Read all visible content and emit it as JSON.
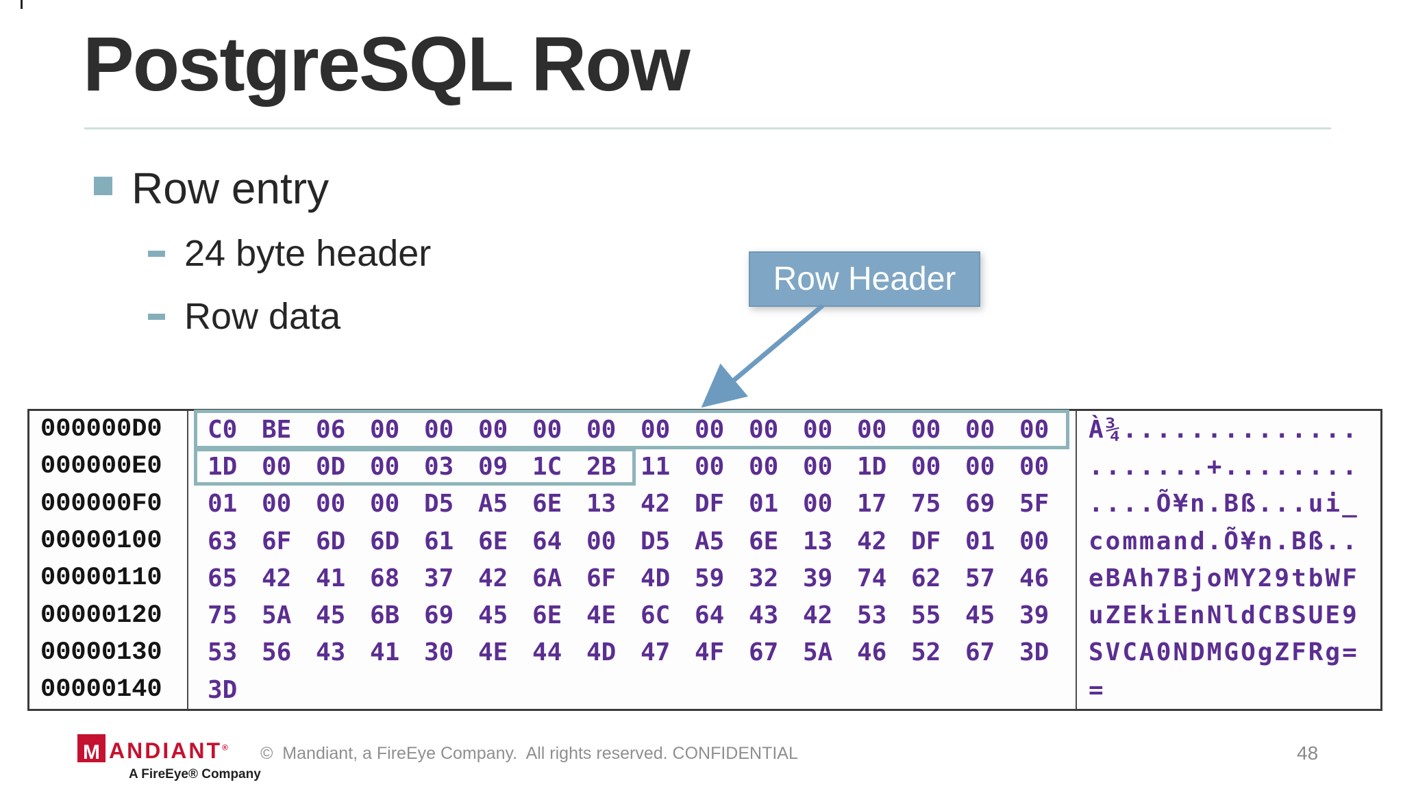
{
  "title": "PostgreSQL Row",
  "bullets": {
    "main": "Row entry",
    "subs": [
      "24 byte header",
      "Row data"
    ]
  },
  "callout": {
    "label": "Row Header"
  },
  "hexdump": {
    "rows": [
      {
        "addr": "000000D0",
        "bytes": [
          "C0",
          "BE",
          "06",
          "00",
          "00",
          "00",
          "00",
          "00",
          "00",
          "00",
          "00",
          "00",
          "00",
          "00",
          "00",
          "00"
        ],
        "ascii": "À¾.............."
      },
      {
        "addr": "000000E0",
        "bytes": [
          "1D",
          "00",
          "0D",
          "00",
          "03",
          "09",
          "1C",
          "2B",
          "11",
          "00",
          "00",
          "00",
          "1D",
          "00",
          "00",
          "00"
        ],
        "ascii": ".......+........"
      },
      {
        "addr": "000000F0",
        "bytes": [
          "01",
          "00",
          "00",
          "00",
          "D5",
          "A5",
          "6E",
          "13",
          "42",
          "DF",
          "01",
          "00",
          "17",
          "75",
          "69",
          "5F"
        ],
        "ascii": "....Õ¥n.Bß...ui_"
      },
      {
        "addr": "00000100",
        "bytes": [
          "63",
          "6F",
          "6D",
          "6D",
          "61",
          "6E",
          "64",
          "00",
          "D5",
          "A5",
          "6E",
          "13",
          "42",
          "DF",
          "01",
          "00"
        ],
        "ascii": "command.Õ¥n.Bß.."
      },
      {
        "addr": "00000110",
        "bytes": [
          "65",
          "42",
          "41",
          "68",
          "37",
          "42",
          "6A",
          "6F",
          "4D",
          "59",
          "32",
          "39",
          "74",
          "62",
          "57",
          "46"
        ],
        "ascii": "eBAh7BjoMY29tbWF"
      },
      {
        "addr": "00000120",
        "bytes": [
          "75",
          "5A",
          "45",
          "6B",
          "69",
          "45",
          "6E",
          "4E",
          "6C",
          "64",
          "43",
          "42",
          "53",
          "55",
          "45",
          "39"
        ],
        "ascii": "uZEkiEnNldCBSUE9"
      },
      {
        "addr": "00000130",
        "bytes": [
          "53",
          "56",
          "43",
          "41",
          "30",
          "4E",
          "44",
          "4D",
          "47",
          "4F",
          "67",
          "5A",
          "46",
          "52",
          "67",
          "3D"
        ],
        "ascii": "SVCA0NDMGOgZFRg="
      },
      {
        "addr": "00000140",
        "bytes": [
          "3D"
        ],
        "ascii": "="
      }
    ],
    "highlights": [
      "row-header-bytes-1-16",
      "row-header-bytes-17-24"
    ]
  },
  "footer": {
    "logo_m": "M",
    "logo_word": "ANDIANT",
    "logo_reg": "®",
    "logo_sub": "A FireEye® Company",
    "copyright": "©  Mandiant, a FireEye Company.  All rights reserved. CONFIDENTIAL",
    "page_number": "48"
  },
  "colors": {
    "accent_teal": "#8db4b9",
    "hex_purple": "#5b2e91",
    "callout_blue": "#7fa6c4",
    "arrow_blue": "#6d9bc0",
    "mandiant_red": "#c41230",
    "footer_gray": "#8f8f8f"
  }
}
